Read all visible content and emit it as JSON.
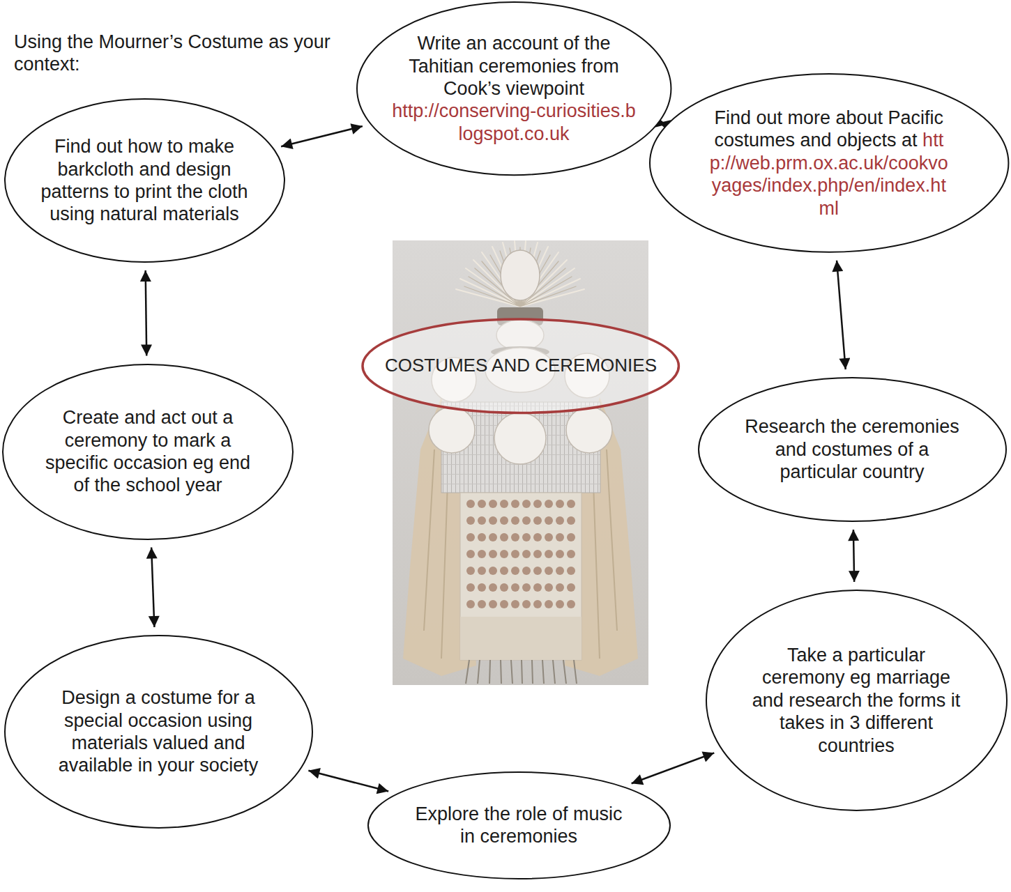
{
  "diagram": {
    "nodes": [
      {
        "text": [
          "Write an account of the Tahitian ceremonies from Cook’s viewpoint",
          "http://conserving-curiosities.blogspot.co.uk"
        ]
      },
      {
        "text": [
          "Find out how to make barkcloth and design patterns to print the cloth using natural materials"
        ]
      },
      {
        "text": [
          "Find out more about Pacific costumes and objects at",
          "http://web.prm.ox.ac.uk/cookvoyages/index.php/en/index.html"
        ]
      },
      {
        "text": [
          "Create and act out a ceremony to mark a specific occasion eg end of the school year"
        ]
      },
      {
        "text": [
          "COSTUMES AND CEREMONIES"
        ]
      },
      {
        "text": [
          "Research the ceremonies and costumes of a particular country"
        ]
      },
      {
        "text": [
          "Design a costume for a special occasion using materials valued and available in your society"
        ]
      },
      {
        "text": [
          "Take a particular ceremony eg marriage and research the forms it takes in 3 different countries"
        ]
      },
      {
        "text": [
          "Explore the role of music in ceremonies"
        ]
      }
    ],
    "edges": [
      {
        "from": 1,
        "to": 0,
        "arrow": "both"
      },
      {
        "from": 0,
        "to": 2,
        "arrow": "both"
      },
      {
        "from": 1,
        "to": 3,
        "arrow": "both"
      },
      {
        "from": 2,
        "to": 5,
        "arrow": "both"
      },
      {
        "from": 3,
        "to": 6,
        "arrow": "both"
      },
      {
        "from": 5,
        "to": 7,
        "arrow": "both"
      },
      {
        "from": 6,
        "to": 8,
        "arrow": "both"
      },
      {
        "from": 8,
        "to": 7,
        "arrow": "both"
      }
    ],
    "labels": [
      "Using the Mourner’s Costume as your context:"
    ]
  }
}
